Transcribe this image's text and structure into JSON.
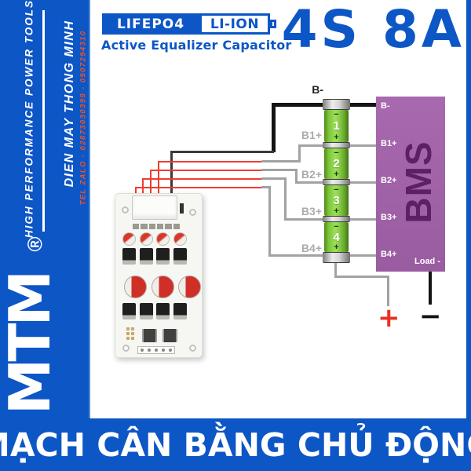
{
  "colors": {
    "brand_blue": "#0d56c6",
    "sidebar_edge_blue": "#4f87d8",
    "phone_orange": "#ee5226",
    "bms_purple": "#a164a8",
    "bms_text_purple": "#5c2063",
    "cell_green": "#7cc437",
    "wire_gray": "#a2a2a2",
    "wire_red": "#f23b30",
    "wire_black": "#141414",
    "output_plus_red": "#e53222"
  },
  "sidebar": {
    "tagline": "HIGH PERFORMANCE POWER TOOLS",
    "store_name": "DIEN MAY THONG MINH",
    "contact": "TEL ZALO - 02873030399 - 0907294310",
    "logo": "MTM",
    "registered_mark": "®"
  },
  "header": {
    "chemistry_left": "LIFEPO4",
    "chemistry_right": "LI-ION",
    "product_type": "Active Equalizer Capacitor",
    "spec": "4S 8A"
  },
  "diagram": {
    "battery_negative_label": "B-",
    "tap_labels": [
      "B1+",
      "B2+",
      "B3+",
      "B4+"
    ],
    "cells": [
      "1",
      "2",
      "3",
      "4"
    ],
    "cell_minus": "−",
    "cell_plus": "+",
    "bms": {
      "name": "BMS",
      "port_negative": "B-",
      "ports": [
        "B1+",
        "B2+",
        "B3+",
        "B4+"
      ],
      "load_label": "Load -"
    },
    "output_plus": "+",
    "output_minus": "−"
  },
  "banner": {
    "title": "MẠCH CÂN BẰNG CHỦ ĐỘNG"
  }
}
